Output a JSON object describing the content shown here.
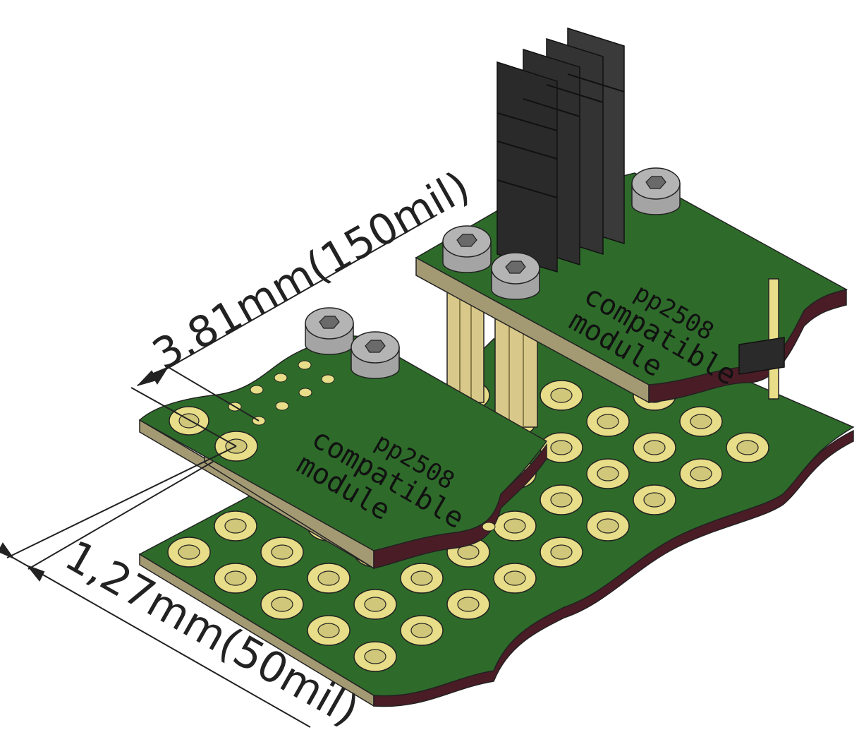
{
  "dimensions": {
    "pitch_label": "3.81mm(150mil)",
    "offset_label": "1,27mm(50mil)"
  },
  "modules": [
    {
      "line1": "pp2508",
      "line2": "compatible",
      "line3": "module"
    },
    {
      "line1": "pp2508",
      "line2": "compatible",
      "line3": "module"
    }
  ],
  "colors": {
    "pcb_green": "#2e6b2a",
    "pcb_edge": "#a39a74",
    "pcb_inner": "#4a1c26",
    "pad_gold": "#e8dd88",
    "pad_inner": "#d0c77a",
    "connector_black": "#333333",
    "screw_grey": "#b4b4b4",
    "standoff_gold": "#d8c98a"
  }
}
